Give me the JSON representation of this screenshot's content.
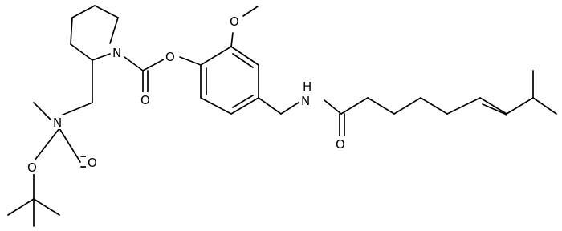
{
  "molecule": {
    "atom_labels": {
      "n_piperidine": "N",
      "o_ester_carbonyl": "O",
      "o_ester_link": "O",
      "o_methoxy": "O",
      "n_amide": "N",
      "h_amide": "H",
      "o_amide": "O",
      "n_methyl": "N",
      "o_boc_carbonyl": "O",
      "o_boc_link": "O"
    }
  }
}
